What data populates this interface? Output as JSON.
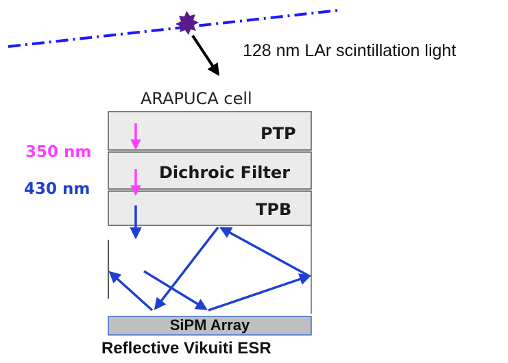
{
  "track_label": "128 nm LAr scintillation light",
  "cell_title": "ARAPUCA cell",
  "layers": {
    "ptp": "PTP",
    "dichroic": "Dichroic Filter",
    "tpb": "TPB"
  },
  "wavelengths": {
    "pink": "350 nm",
    "blue": "430 nm"
  },
  "sipm_label": "SiPM Array",
  "esr_label": "Reflective Vikuiti ESR",
  "colors": {
    "track": "#1a1aff",
    "flash": "#5b1a8c",
    "pink": "#ff40ff",
    "blue": "#1f3fd0",
    "layer_fill": "#ebebeb",
    "layer_border": "#555555",
    "sipm_fill": "#bfbfbf",
    "sipm_border": "#3a6fd8"
  }
}
